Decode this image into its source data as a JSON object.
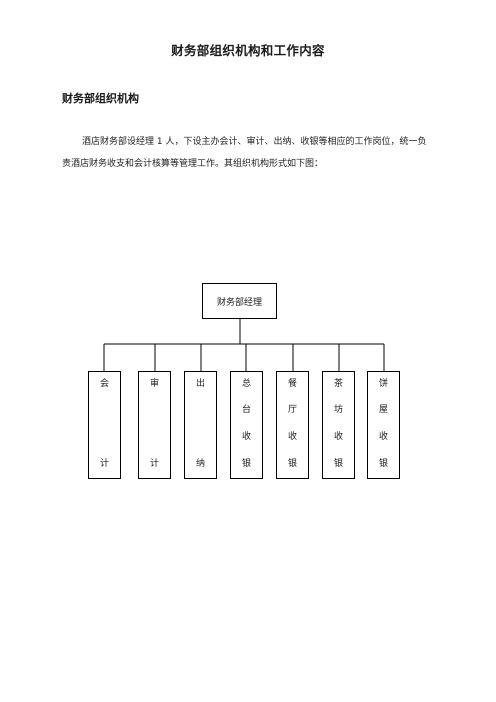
{
  "document": {
    "title": "财务部组织机构和工作内容",
    "section_heading": "财务部组织机构",
    "intro_text": "酒店财务部设经理 1 人，下设主办会计、审计、出纳、收银等相应的工作岗位，统一负责酒店财务收支和会计核算等管理工作。其组织机构形式如下图："
  },
  "org_chart": {
    "root": "财务部经理",
    "units": [
      {
        "name": "会计",
        "chars": [
          "会",
          "计"
        ]
      },
      {
        "name": "审计",
        "chars": [
          "审",
          "计"
        ]
      },
      {
        "name": "出纳",
        "chars": [
          "出",
          "纳"
        ]
      },
      {
        "name": "总台收银",
        "chars": [
          "总",
          "台",
          "收",
          "银"
        ]
      },
      {
        "name": "餐厅收银",
        "chars": [
          "餐",
          "厅",
          "收",
          "银"
        ]
      },
      {
        "name": "茶坊收银",
        "chars": [
          "茶",
          "坊",
          "收",
          "银"
        ]
      },
      {
        "name": "饼屋收银",
        "chars": [
          "饼",
          "屋",
          "收",
          "银"
        ]
      }
    ]
  }
}
